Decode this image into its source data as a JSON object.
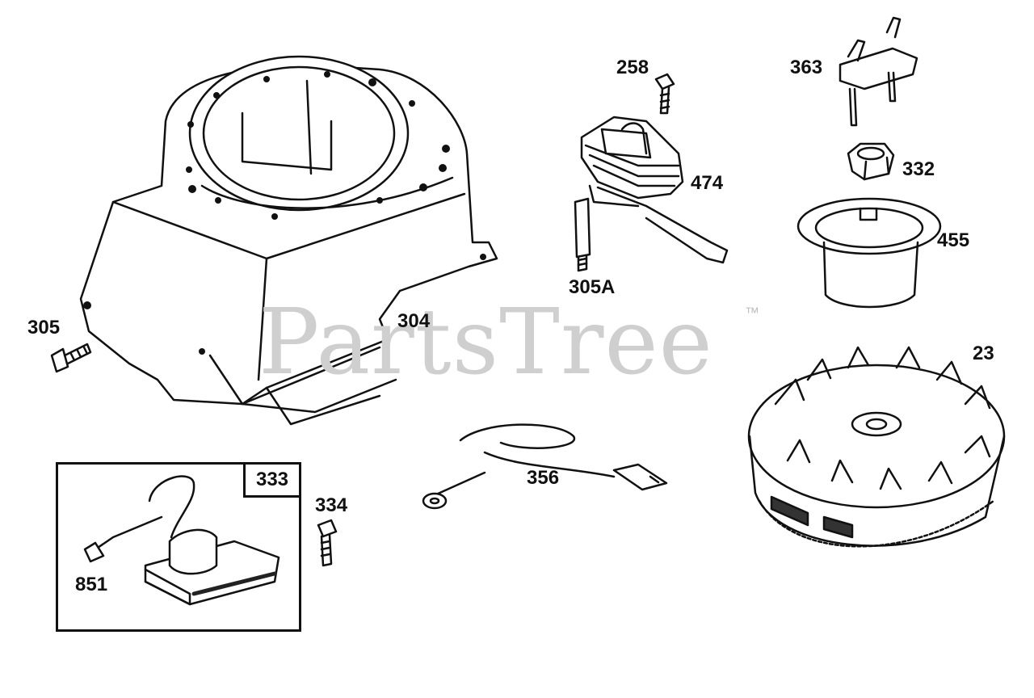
{
  "watermark": {
    "text": "PartsTree",
    "trademark": "™"
  },
  "kit": {
    "number": "333"
  },
  "parts": [
    {
      "id": "p304",
      "number": "304"
    },
    {
      "id": "p305",
      "number": "305"
    },
    {
      "id": "p258",
      "number": "258"
    },
    {
      "id": "p474",
      "number": "474"
    },
    {
      "id": "p305a",
      "number": "305A"
    },
    {
      "id": "p363",
      "number": "363"
    },
    {
      "id": "p332",
      "number": "332"
    },
    {
      "id": "p455",
      "number": "455"
    },
    {
      "id": "p23",
      "number": "23"
    },
    {
      "id": "p356",
      "number": "356"
    },
    {
      "id": "p334",
      "number": "334"
    },
    {
      "id": "p851",
      "number": "851"
    }
  ]
}
